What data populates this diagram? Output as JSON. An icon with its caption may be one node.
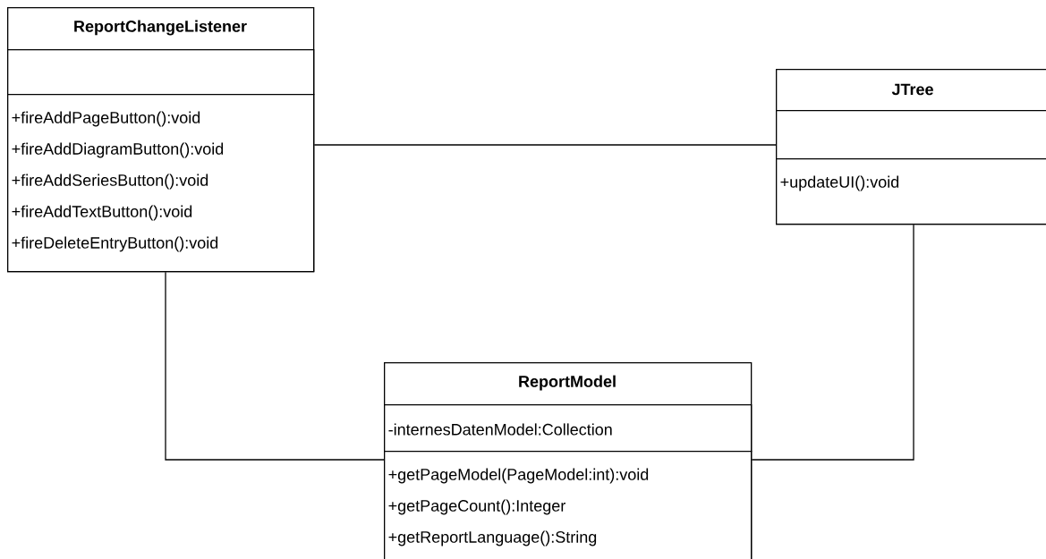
{
  "diagram": {
    "nodes": [
      {
        "text": [
          "ReportChangeListener"
        ]
      },
      {
        "text": [],
        "shape": "box",
        "in": 0
      },
      {
        "text": [
          "+fireAddPageButton():void",
          "+fireAddDiagramButton():void",
          "+fireAddSeriesButton():void",
          "+fireAddTextButton():void",
          "+fireDeleteEntryButton():void"
        ],
        "in": 0
      },
      {
        "text": [
          "JTree"
        ]
      },
      {
        "text": [],
        "shape": "box",
        "in": 3
      },
      {
        "text": [
          "+updateUI():void"
        ],
        "in": 3
      },
      {
        "text": [
          "ReportModel"
        ]
      },
      {
        "text": [
          "-internesDatenModel:Collection"
        ],
        "in": 6
      },
      {
        "text": [
          "+getPageModel(PageModel:int):void",
          "+getPageCount():Integer",
          "+getReportLanguage():String"
        ],
        "in": 6
      }
    ],
    "edges": [
      {
        "from": 0,
        "to": 3,
        "arrow": "none"
      },
      {
        "from": 0,
        "to": 6,
        "arrow": "none"
      },
      {
        "from": 3,
        "to": 6,
        "arrow": "none"
      }
    ]
  }
}
